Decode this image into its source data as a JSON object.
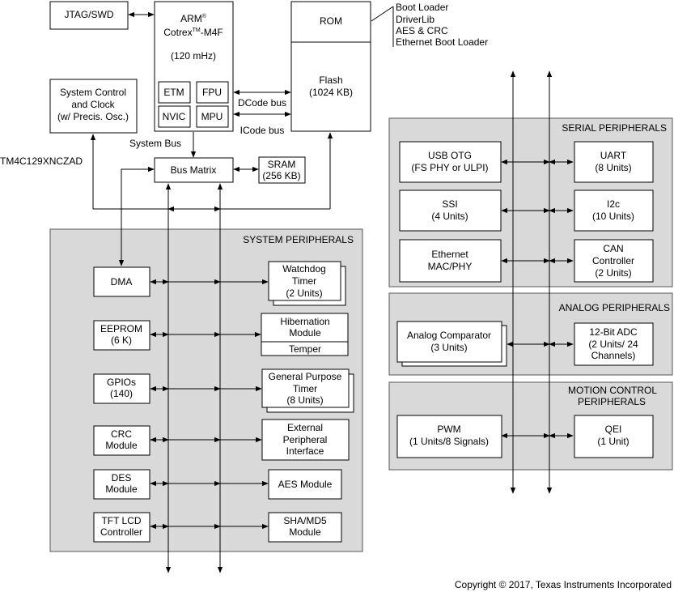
{
  "cpu": {
    "line1": "ARM",
    "reg": "®",
    "line2a": "Cotrex",
    "tm": "TM",
    "line2b": "-M4F",
    "speed": "(120 mHz)",
    "etm": "ETM",
    "fpu": "FPU",
    "nvic": "NVIC",
    "mpu": "MPU"
  },
  "jtag": "JTAG/SWD",
  "syscon": {
    "l1": "System Control",
    "l2": "and Clock",
    "l3": "(w/ Precis. Osc.)"
  },
  "rom": "ROM",
  "rom_list": [
    "Boot Loader",
    "DriverLib",
    "AES & CRC",
    "Ethernet Boot Loader"
  ],
  "flash": {
    "l1": "Flash",
    "l2": "(1024 KB)"
  },
  "dcode": "DCode bus",
  "icode": "ICode bus",
  "sysbus": "System Bus",
  "part": "TM4C129XNCZAD",
  "busmatrix": "Bus Matrix",
  "sram": {
    "l1": "SRAM",
    "l2": "(256 KB)"
  },
  "sysper": {
    "title": "SYSTEM PERIPHERALS",
    "dma": "DMA",
    "eeprom": {
      "l1": "EEPROM",
      "l2": "(6 K)"
    },
    "gpio": {
      "l1": "GPIOs",
      "l2": "(140)"
    },
    "crc": {
      "l1": "CRC",
      "l2": "Module"
    },
    "des": {
      "l1": "DES",
      "l2": "Module"
    },
    "tft": {
      "l1": "TFT LCD",
      "l2": "Controller"
    },
    "wdt": {
      "l1": "Watchdog",
      "l2": "Timer",
      "l3": "(2 Units)"
    },
    "hib": {
      "l1": "Hibernation",
      "l2": "Module",
      "l3": "Temper"
    },
    "gpt": {
      "l1": "General Purpose",
      "l2": "Timer",
      "l3": "(8 Units)"
    },
    "epi": {
      "l1": "External",
      "l2": "Peripheral",
      "l3": "Interface"
    },
    "aes": "AES Module",
    "sha": {
      "l1": "SHA/MD5",
      "l2": "Module"
    }
  },
  "serial": {
    "title": "SERIAL PERIPHERALS",
    "usb": {
      "l1": "USB OTG",
      "l2": "(FS PHY or ULPI)"
    },
    "ssi": {
      "l1": "SSI",
      "l2": "(4 Units)"
    },
    "eth": {
      "l1": "Ethernet",
      "l2": "MAC/PHY"
    },
    "uart": {
      "l1": "UART",
      "l2": "(8 Units)"
    },
    "i2c": {
      "l1": "I2c",
      "l2": "(10 Units)"
    },
    "can": {
      "l1": "CAN",
      "l2": "Controller",
      "l3": "(2 Units)"
    }
  },
  "analog": {
    "title": "ANALOG PERIPHERALS",
    "comp": {
      "l1": "Analog Comparator",
      "l2": "(3 Units)"
    },
    "adc": {
      "l1": "12-Bit ADC",
      "l2": "(2 Units/ 24",
      "l3": "Channels)"
    }
  },
  "motion": {
    "title_l1": "MOTION CONTROL",
    "title_l2": "PERIPHERALS",
    "pwm": {
      "l1": "PWM",
      "l2": "(1 Units/8 Signals)"
    },
    "qei": {
      "l1": "QEI",
      "l2": "(1 Unit)"
    }
  },
  "copyright": "Copyright © 2017, Texas Instruments Incorporated"
}
